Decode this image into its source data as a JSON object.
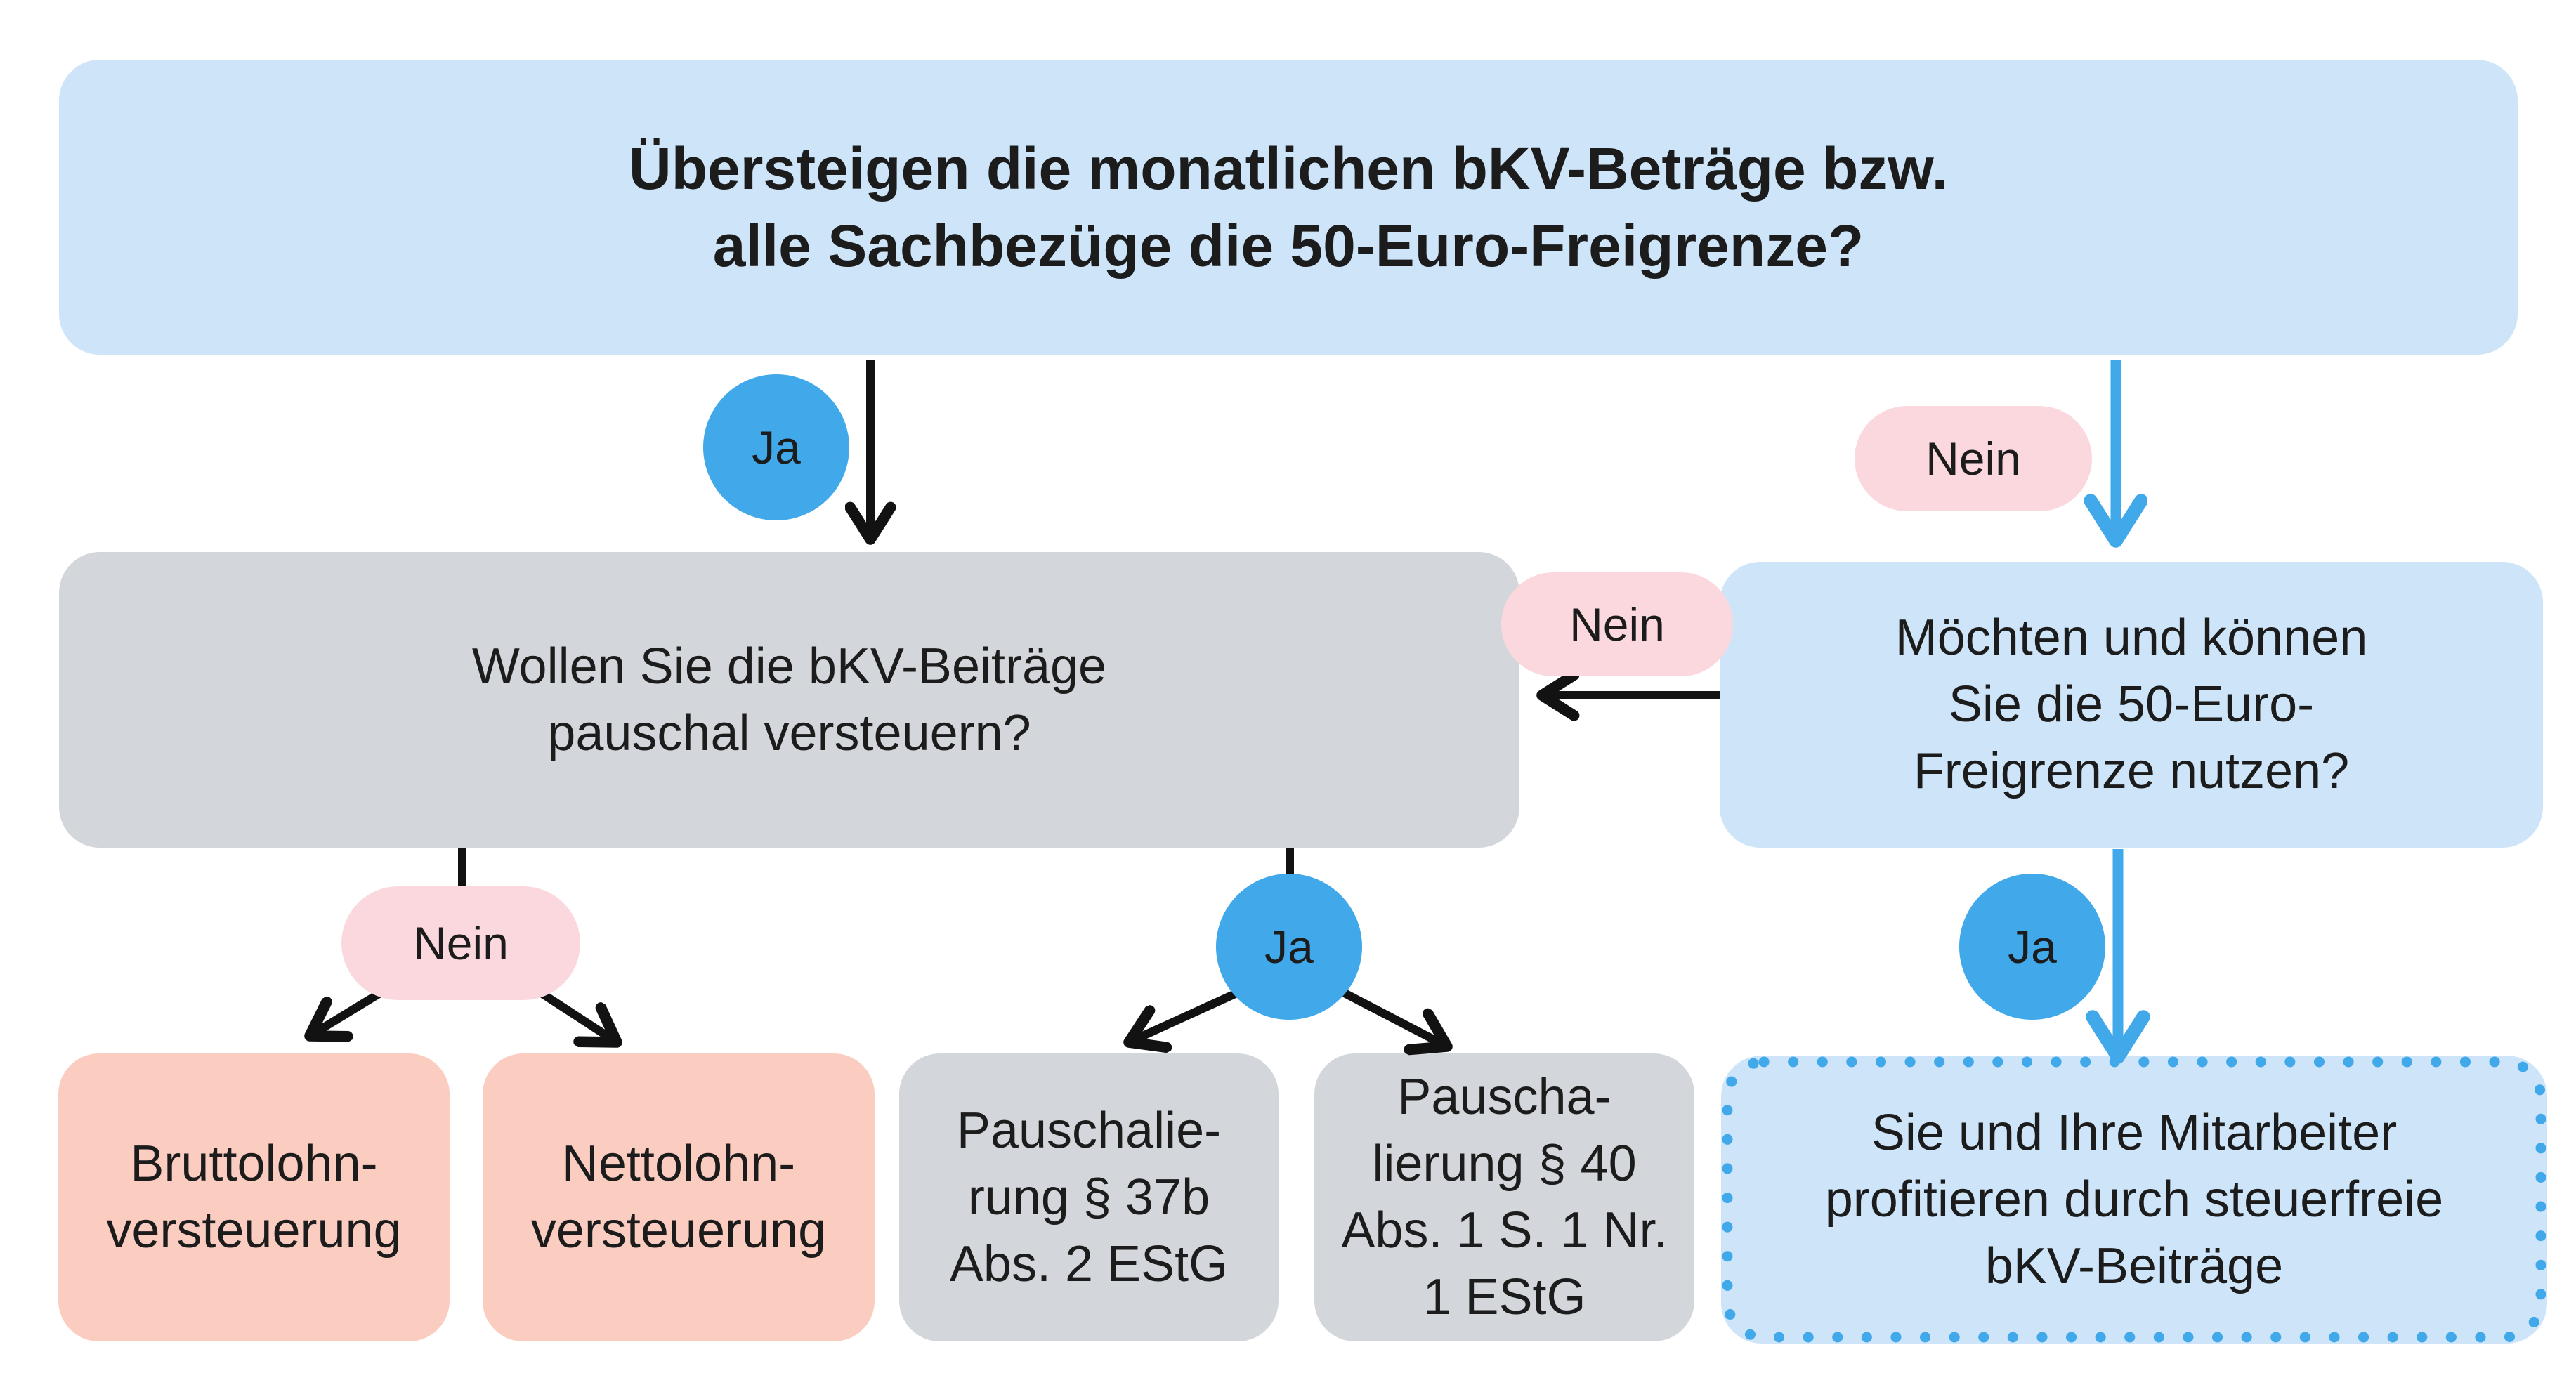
{
  "title": "bKV Besteuerung Flussdiagramm",
  "colors": {
    "light_blue_fill": "#cde4f9",
    "gray_fill": "#d3d6da",
    "salmon_fill": "#fbccc0",
    "pink_pill": "#fbd8dd",
    "accent_blue": "#41a8ea",
    "arrow_black": "#121212",
    "text": "#1c1c1c"
  },
  "labels": {
    "ja": "Ja",
    "nein": "Nein"
  },
  "nodes": {
    "start": {
      "lines": [
        "Übersteigen die monatlichen bKV-Beträge bzw.",
        "alle Sachbezüge die 50-Euro-Freigrenze?"
      ]
    },
    "pauschal_frage": {
      "lines": [
        "Wollen Sie die bKV-Beiträge",
        "pauschal versteuern?"
      ]
    },
    "freigrenze_frage": {
      "lines": [
        "Möchten und können",
        "Sie die 50-Euro-",
        "Freigrenze nutzen?"
      ]
    },
    "bruttolohn": {
      "lines": [
        "Bruttolohn-",
        "versteuerung"
      ]
    },
    "nettolohn": {
      "lines": [
        "Nettolohn-",
        "versteuerung"
      ]
    },
    "pauschalierung_37b": {
      "lines": [
        "Pauschalie-",
        "rung § 37b",
        "Abs. 2 EStG"
      ]
    },
    "pauschalierung_40": {
      "lines": [
        "Pauscha-",
        "lierung § 40",
        "Abs. 1 S. 1 Nr.",
        "1 EStG"
      ]
    },
    "steuerfrei": {
      "lines": [
        "Sie und Ihre Mitarbeiter",
        "profitieren durch steuerfreie",
        "bKV-Beiträge"
      ]
    }
  },
  "edges": [
    {
      "from": "start",
      "to": "pauschal_frage",
      "label": "Ja",
      "style": "black"
    },
    {
      "from": "start",
      "to": "freigrenze_frage",
      "label": "Nein",
      "style": "blue"
    },
    {
      "from": "freigrenze_frage",
      "to": "pauschal_frage",
      "label": "Nein",
      "style": "black"
    },
    {
      "from": "pauschal_frage",
      "to": "bruttolohn",
      "label": "Nein",
      "style": "black"
    },
    {
      "from": "pauschal_frage",
      "to": "nettolohn",
      "label": "Nein",
      "style": "black"
    },
    {
      "from": "pauschal_frage",
      "to": "pauschalierung_37b",
      "label": "Ja",
      "style": "black"
    },
    {
      "from": "pauschal_frage",
      "to": "pauschalierung_40",
      "label": "Ja",
      "style": "black"
    },
    {
      "from": "freigrenze_frage",
      "to": "steuerfrei",
      "label": "Ja",
      "style": "blue"
    }
  ]
}
